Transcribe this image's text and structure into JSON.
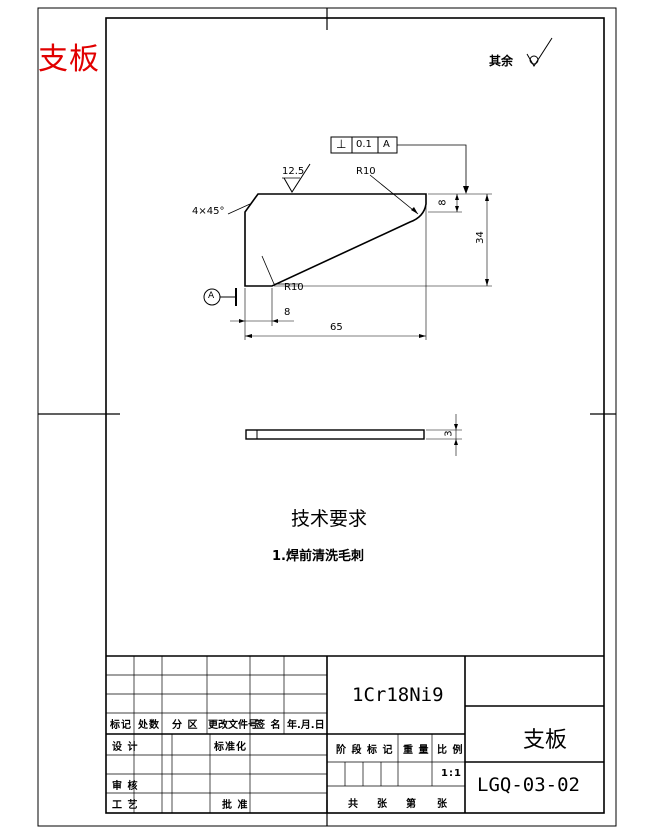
{
  "sheet_title": "支板",
  "surface_note": {
    "text": "其余"
  },
  "roughness_value": "12.5",
  "chamfer_note": "4×45°",
  "radius_top": "R10",
  "radius_bottom": "R10",
  "datum_letter": "A",
  "tolerance_frame": {
    "symbol": "⊥",
    "value": "0.1",
    "datum": "A"
  },
  "dimensions": {
    "d8_top": "8",
    "d34": "34",
    "d8_bottom": "8",
    "d65": "65",
    "d3": "3"
  },
  "tech_requirements": {
    "heading": "技术要求",
    "item1": "1.焊前清洗毛刺"
  },
  "title_block": {
    "material": "1Cr18Ni9",
    "part_name": "支板",
    "drawing_no": "LGQ-03-02",
    "scale": "1:1",
    "row_headers": [
      "标记",
      "处数",
      "分 区",
      "更改文件号",
      "签 名",
      "年.月.日"
    ],
    "designer": "设 计",
    "standardization": "标准化",
    "stage_mark": "阶 段 标 记",
    "weight": "重 量",
    "scale_label": "比 例",
    "checker": "审 核",
    "process": "工 艺",
    "approve": "批 准",
    "sheets": [
      "共",
      "张",
      "第",
      "张"
    ]
  }
}
